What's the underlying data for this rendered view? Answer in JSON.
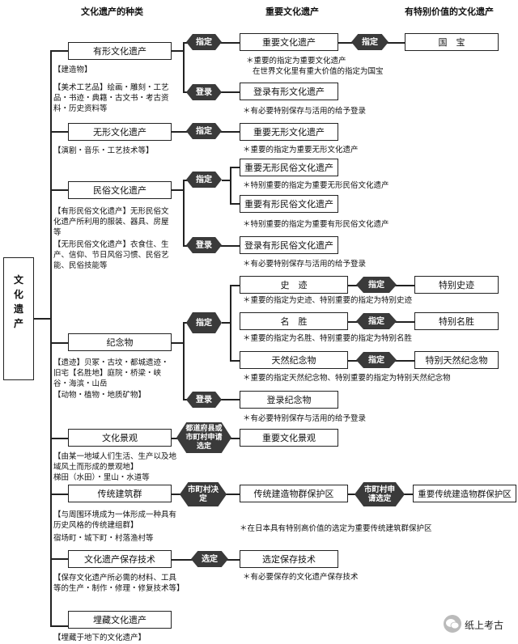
{
  "headers": {
    "col1": "文化遗产的种类",
    "col2": "重要文化遗产",
    "col3": "有特别价值的文化遗产"
  },
  "root": "文化遗产",
  "tangible": {
    "title": "有形文化遗产",
    "desc1": "【建造物】",
    "desc2": "【美术工艺品】绘画・雕刻・工艺品・书迹・典籍・古文书・考古资料・历史资料等",
    "op_designate": "指定",
    "op_register": "登录",
    "r1": "重要文化遗产",
    "r1_op": "指定",
    "r1_final": "国　宝",
    "note1a": "＊重要的指定为重要文化遗产",
    "note1b": "在世界文化里有重大价值的指定为国宝",
    "r2": "登录有形文化遗产",
    "note2": "＊有必要特别保存与活用的给予登录"
  },
  "intangible": {
    "title": "无形文化遗产",
    "desc": "【演剧・音乐・工艺技术等】",
    "op": "指定",
    "r": "重要无形文化遗产",
    "note": "＊重要的指定为重要无形文化遗产"
  },
  "folk": {
    "title": "民俗文化遗产",
    "desc1": "【有形民俗文化遗产】无形民俗文化遗产所利用的服装、器具、房屋等",
    "desc2": "【无形民俗文化遗产】衣食住、生产、信仰、节日风俗习惯、民俗艺能、民俗技能等",
    "op_designate": "指定",
    "op_register": "登录",
    "r1": "重要无形民俗文化遗产",
    "note1": "＊特别重要的指定为重要无形民俗文化遗产",
    "r2": "重要有形民俗文化遗产",
    "note2": "＊特别重要的指定为重要有形民俗文化遗产",
    "r3": "登录有形民俗文化遗产",
    "note3": "＊有必要特别保存与活用的给予登录"
  },
  "monuments": {
    "title": "纪念物",
    "desc1": "【遗迹】贝冢・古坟・都城遗迹・旧宅【名胜地】庭院・桥梁・峡谷・海滨・山岳",
    "desc2": "【动物・植物・地质矿物】",
    "op_designate": "指定",
    "op_register": "登录",
    "r1": "史　迹",
    "r1_op": "指定",
    "r1_final": "特别史迹",
    "note1": "＊重要的指定为史迹、特别重要的指定为特别史迹",
    "r2": "名　胜",
    "r2_op": "指定",
    "r2_final": "特别名胜",
    "note2": "＊重要的指定为名胜、特别重要的指定为特别名胜",
    "r3": "天然纪念物",
    "r3_op": "指定",
    "r3_final": "特别天然纪念物",
    "note3": "＊重要的指定天然纪念物、特别重要的指定为特别天然纪念物",
    "r4": "登录纪念物",
    "note4": "＊有必要特别保存与活用的给予登录"
  },
  "landscape": {
    "title": "文化景观",
    "desc1": "【由某一地域人们生活、生产以及地域风土而形成的景观地】",
    "desc2": "梯田（水田）・里山・水道等",
    "op": "都道府县或市町村申请选定",
    "r": "重要文化景观"
  },
  "buildings": {
    "title": "传统建筑群",
    "desc1": "【与周围环境成为一体形成一种具有历史风格的传统建组群】",
    "desc2": "宿场町・城下町・村落渔村等",
    "op": "市町村决定",
    "r": "传统建造物群保护区",
    "r_op": "市町村申请选定",
    "r_final": "重要传统建造物群保护区",
    "note": "＊在日本具有特别高价值的选定为重要传统建筑群保护区"
  },
  "techniques": {
    "title": "文化遗产保存技术",
    "desc": "【保存文化遗产所必需的材料、工具等的生产・制作・修理・修复技术等】",
    "op": "选定",
    "r": "选定保存技术",
    "note": "＊有必要保存的文化遗产保存技术"
  },
  "buried": {
    "title": "埋藏文化遗产",
    "desc": "【埋藏于地下的文化遗产】"
  },
  "watermark": "纸上考古"
}
